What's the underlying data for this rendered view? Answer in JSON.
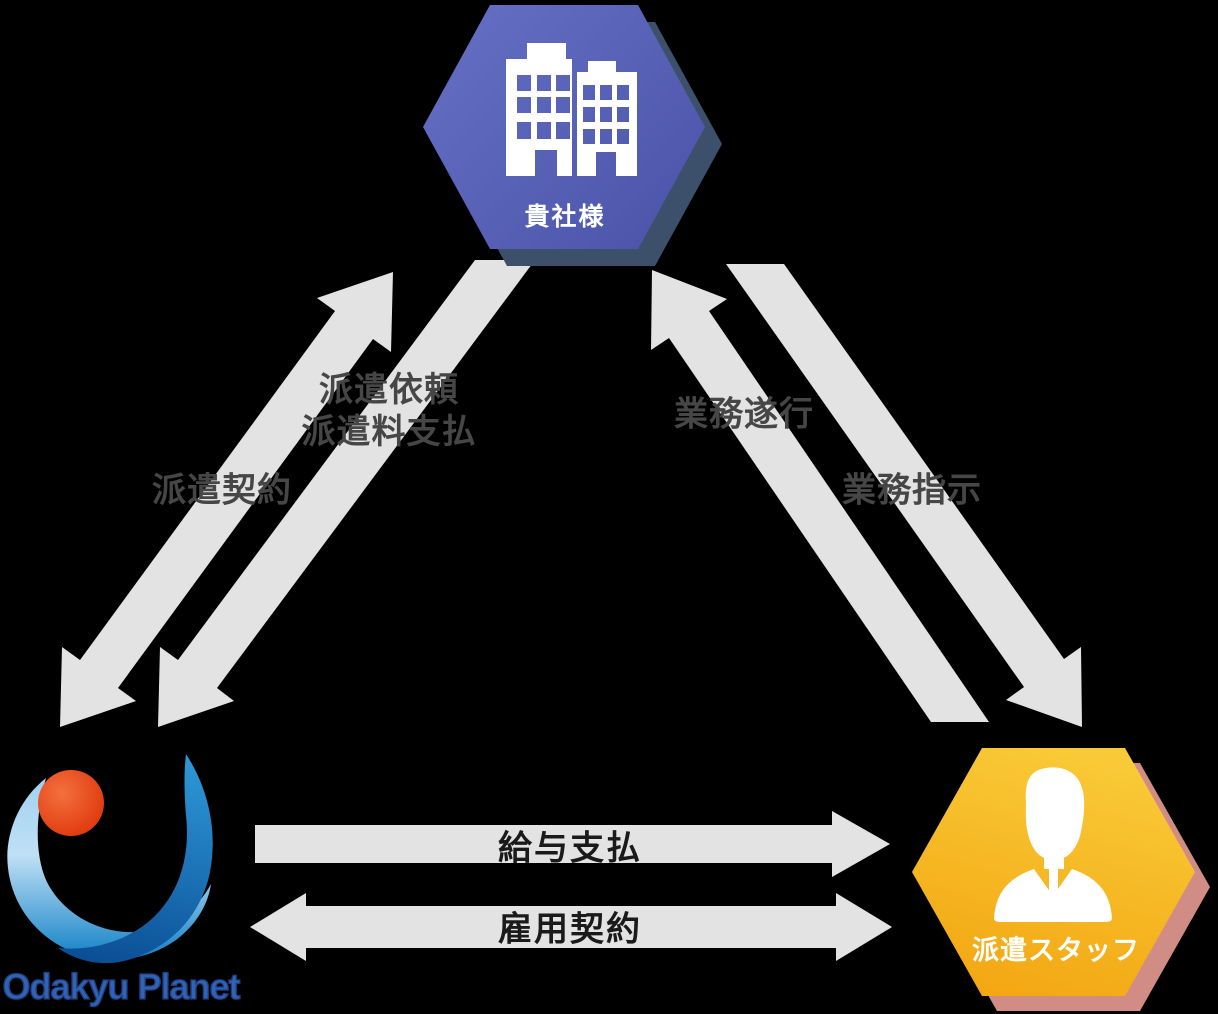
{
  "diagram": {
    "nodes": {
      "client": {
        "label": "貴社様",
        "icon": "office-buildings-icon",
        "color": "#5661b4",
        "shadow_color": "#3d506b"
      },
      "staff": {
        "label": "派遣スタッフ",
        "icon": "business-person-icon",
        "color": "#f6b81e",
        "shadow_color": "#d18c85"
      },
      "agency": {
        "logo_text": "Odakyu Planet",
        "icon": "odakyu-planet-logo",
        "logo_text_color": "#3163b4"
      }
    },
    "edges": {
      "dispatch_request": {
        "label_line1": "派遣依頼",
        "label_line2": "派遣料支払",
        "from": "client",
        "to": "agency"
      },
      "dispatch_contract": {
        "label": "派遣契約",
        "between": [
          "agency",
          "client"
        ]
      },
      "work_performance": {
        "label": "業務遂行",
        "from": "staff",
        "to": "client"
      },
      "work_instruction": {
        "label": "業務指示",
        "from": "client",
        "to": "staff"
      },
      "salary_payment": {
        "label": "給与支払",
        "from": "agency",
        "to": "staff"
      },
      "employment_contract": {
        "label": "雇用契約",
        "between": [
          "agency",
          "staff"
        ]
      }
    },
    "colors": {
      "background": "#000000",
      "arrow": "#e3e3e3",
      "diagonal_label_text": "#464646",
      "horizontal_label_text": "#1a1a1a",
      "node_label_text": "#ffffff"
    }
  }
}
